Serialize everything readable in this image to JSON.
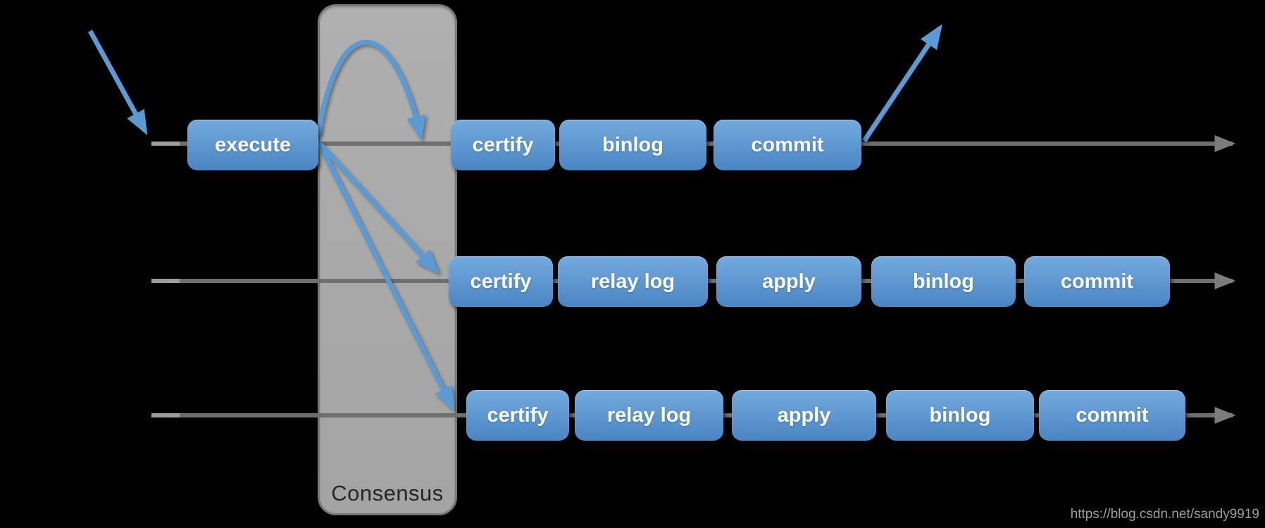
{
  "diagram": {
    "consensus": {
      "label": "Consensus"
    },
    "rows": [
      {
        "name": "primary-node-timeline",
        "boxes": [
          {
            "label": "execute"
          },
          {
            "label": "certify"
          },
          {
            "label": "binlog"
          },
          {
            "label": "commit"
          }
        ]
      },
      {
        "name": "secondary-node-1-timeline",
        "boxes": [
          {
            "label": "certify"
          },
          {
            "label": "relay log"
          },
          {
            "label": "apply"
          },
          {
            "label": "binlog"
          },
          {
            "label": "commit"
          }
        ]
      },
      {
        "name": "secondary-node-2-timeline",
        "boxes": [
          {
            "label": "certify"
          },
          {
            "label": "relay log"
          },
          {
            "label": "apply"
          },
          {
            "label": "binlog"
          },
          {
            "label": "commit"
          }
        ]
      }
    ],
    "arrows": [
      "incoming-transaction-arrow",
      "consensus-arc-arrow-to-primary-certify",
      "fan-arrow-to-secondary1-certify",
      "fan-arrow-to-secondary2-certify",
      "outgoing-response-arrow"
    ],
    "colors": {
      "background": "#000000",
      "box_blue_top": "#74AADD",
      "box_blue_bottom": "#4A85C4",
      "arrow_blue": "#5B9BD5",
      "timeline_gray": "#6F6F6F",
      "timeline_gray_light_stub": "#9D9D9D",
      "consensus_fill": "#A9A9A9",
      "consensus_border": "#787878",
      "consensus_text": "#262626",
      "watermark_text_color": "#9C9C9C",
      "box_text_color": "#FFFFFF"
    }
  },
  "watermark": {
    "text": "https://blog.csdn.net/sandy9919"
  }
}
